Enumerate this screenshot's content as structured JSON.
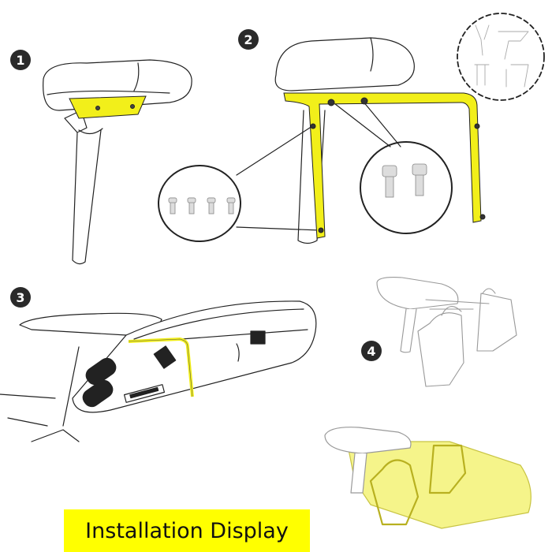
{
  "steps": [
    {
      "number": "1",
      "description": "Saddle with yellow mounting bracket under rails"
    },
    {
      "number": "2",
      "description": "Yellow U-frame bolted under saddle; callouts show 4 small screws and 2 bolts"
    },
    {
      "number": "3",
      "description": "Saddle bag with yellow frame inserted"
    },
    {
      "number": "4",
      "description": "Frame with two bottle cages; below: cages mounted on yellow saddle bag"
    }
  ],
  "callouts": {
    "small_screws_count": 4,
    "bolts_count": 2,
    "compatibility_inset": "Four mounting variants shown in dashed circle"
  },
  "caption": {
    "text": "Installation Display"
  },
  "colors": {
    "highlight": "#f2ef1a",
    "caption_bg": "#ffff00",
    "badge": "#2a2a2a",
    "line": "#1a1a1a"
  }
}
